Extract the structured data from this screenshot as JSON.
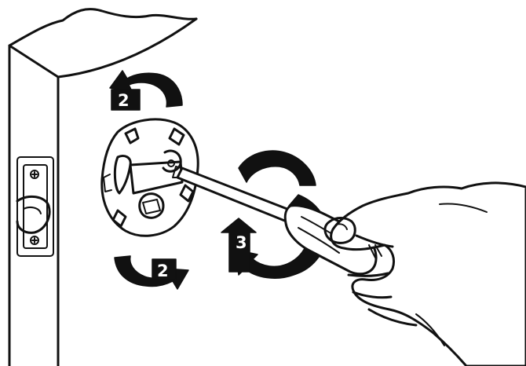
{
  "diagram": {
    "steps": [
      {
        "id": "upper-arrow",
        "label": "2"
      },
      {
        "id": "lower-arrow",
        "label": "2"
      },
      {
        "id": "rotate-arrow",
        "label": "3"
      }
    ],
    "colors": {
      "ink": "#111111",
      "paper": "#ffffff"
    },
    "icons": [
      "door-frame-illustration",
      "latch-plate-illustration",
      "lock-rose-illustration",
      "screwdriver-illustration",
      "hand-illustration",
      "curved-arrow-icon",
      "rotation-arrow-icon"
    ]
  }
}
